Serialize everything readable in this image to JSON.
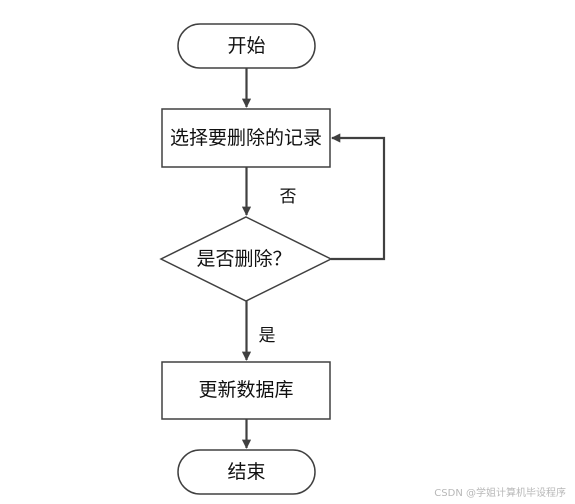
{
  "nodes": {
    "start": "开始",
    "select": "选择要删除的记录",
    "decision": "是否删除？",
    "update": "更新数据库",
    "end": "结束"
  },
  "edges": {
    "no_label": "否",
    "yes_label": "是"
  },
  "watermark": "CSDN @学姐计算机毕设程序"
}
